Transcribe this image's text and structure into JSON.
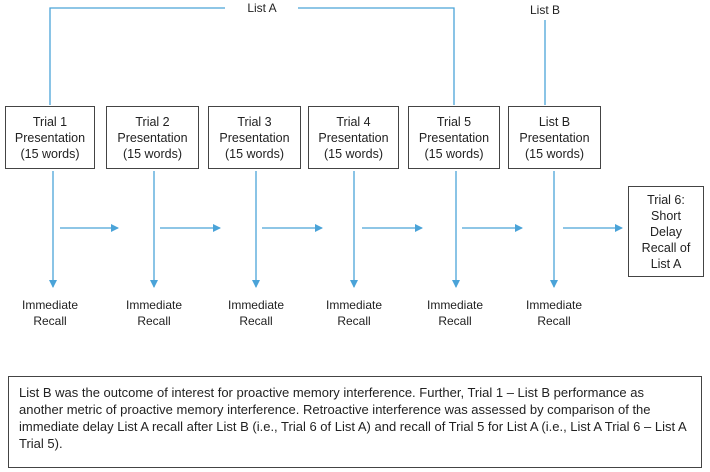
{
  "lists": {
    "list_a": "List A",
    "list_b": "List B"
  },
  "trials": [
    {
      "title": "Trial 1\nPresentation\n(15 words)",
      "recall": "Immediate\nRecall"
    },
    {
      "title": "Trial 2\nPresentation\n(15 words)",
      "recall": "Immediate\nRecall"
    },
    {
      "title": "Trial 3\nPresentation\n(15 words)",
      "recall": "Immediate\nRecall"
    },
    {
      "title": "Trial 4\nPresentation\n(15 words)",
      "recall": "Immediate\nRecall"
    },
    {
      "title": "Trial 5\nPresentation\n(15 words)",
      "recall": "Immediate\nRecall"
    },
    {
      "title": "List B\nPresentation\n(15 words)",
      "recall": "Immediate\nRecall"
    }
  ],
  "final": {
    "title": "Trial 6:\nShort\nDelay\nRecall of\nList A"
  },
  "note": "List B was the outcome of interest for proactive memory interference. Further, Trial 1 – List B performance as another metric of proactive memory interference. Retroactive interference was assessed by comparison of the immediate delay List A recall after List B (i.e., Trial 6 of List A) and recall of Trial 5 for List A (i.e., List A Trial 6 – List A Trial 5).",
  "colors": {
    "arrow": "#4aa3d8",
    "border": "#444444"
  }
}
